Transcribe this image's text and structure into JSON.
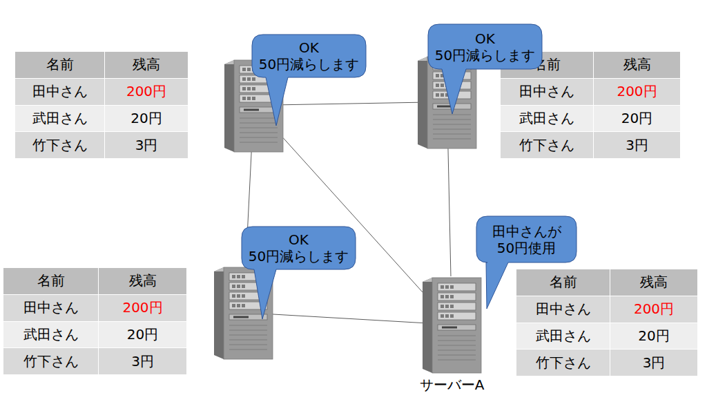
{
  "diagram": {
    "nodes": [
      {
        "text": []
      },
      {
        "text": []
      },
      {
        "text": []
      },
      {
        "text": [
          "サーバーA"
        ]
      },
      {
        "text": [
          "OK 50円減らします"
        ]
      },
      {
        "text": [
          "OK 50円減らします"
        ]
      },
      {
        "text": [
          "OK 50円減らします"
        ]
      },
      {
        "text": [
          "田中さんが 50円使用"
        ]
      }
    ],
    "edges": [
      {
        "from": 0,
        "to": 1,
        "arrow": "none"
      },
      {
        "from": 0,
        "to": 2,
        "arrow": "none"
      },
      {
        "from": 0,
        "to": 3,
        "arrow": "none"
      },
      {
        "from": 1,
        "to": 3,
        "arrow": "none"
      },
      {
        "from": 2,
        "to": 3,
        "arrow": "none"
      }
    ],
    "labels": [
      "名前",
      "残高",
      "田中さん",
      "200円",
      "武田さん",
      "20円",
      "竹下さん",
      "3円",
      "名前",
      "残高",
      "田中さん",
      "200円",
      "武田さん",
      "20円",
      "竹下さん",
      "3円",
      "名前",
      "残高",
      "田中さん",
      "200円",
      "武田さん",
      "20円",
      "竹下さん",
      "3円",
      "名前",
      "残高",
      "田中さん",
      "200円",
      "武田さん",
      "20円",
      "竹下さん",
      "3円"
    ]
  }
}
